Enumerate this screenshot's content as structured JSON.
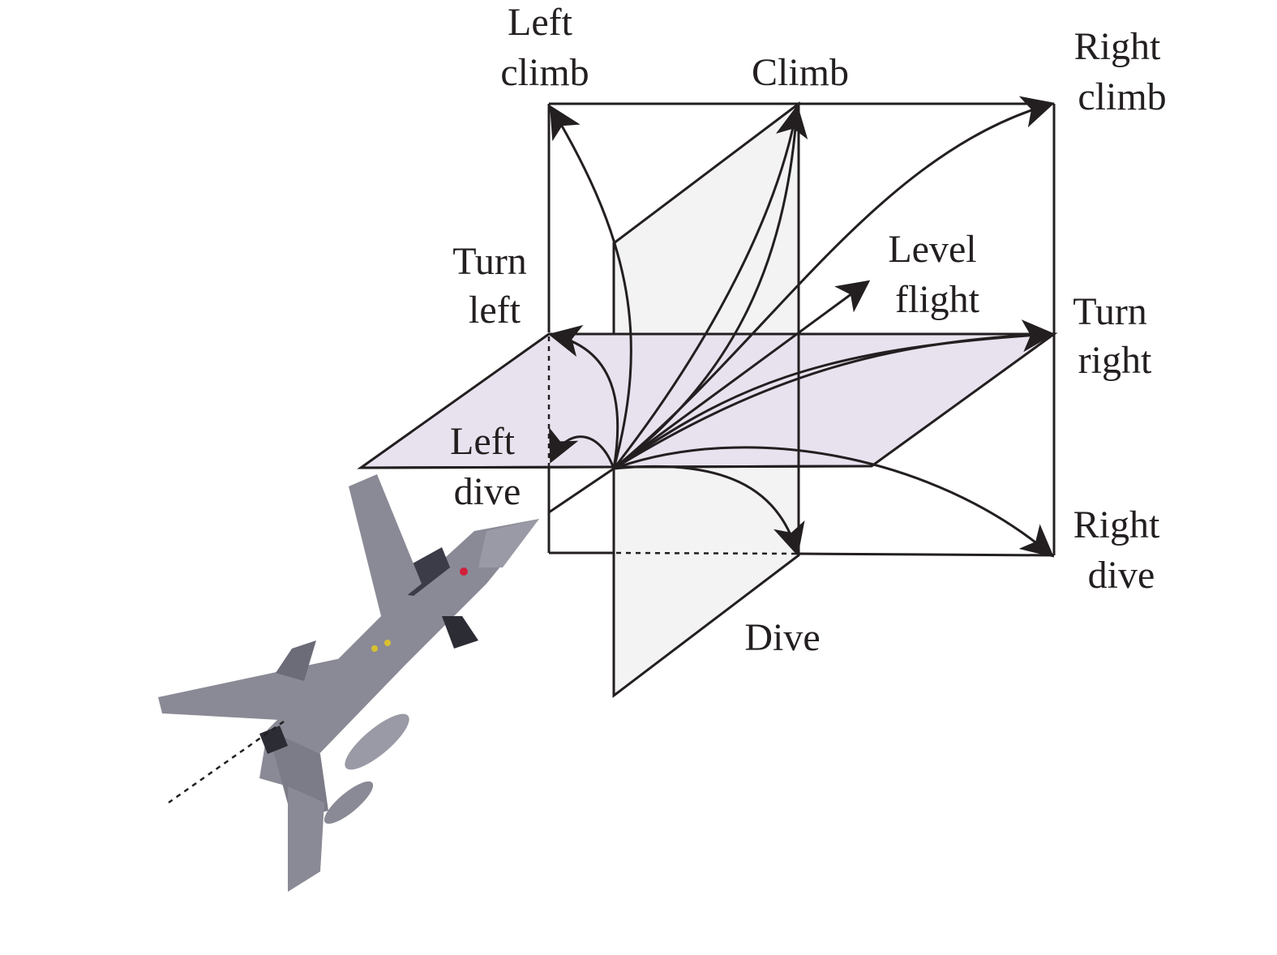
{
  "labels": {
    "left_climb": [
      "Left",
      "climb"
    ],
    "climb": "Climb",
    "right_climb": [
      "Right",
      "climb"
    ],
    "turn_left": [
      "Turn",
      "left"
    ],
    "level_flight": [
      "Level",
      "flight"
    ],
    "turn_right": [
      "Turn",
      "right"
    ],
    "left_dive": [
      "Left",
      "dive"
    ],
    "right_dive": [
      "Right",
      "dive"
    ],
    "dive": "Dive"
  },
  "colors": {
    "line": "#231f20",
    "vertical_plane": "#f3f3f3",
    "horizontal_plane": "#e8e2ef",
    "aircraft_body": "#8a8a96",
    "aircraft_dark": "#4a4a55"
  },
  "icons": {
    "aircraft": "fighter-jet-icon"
  }
}
